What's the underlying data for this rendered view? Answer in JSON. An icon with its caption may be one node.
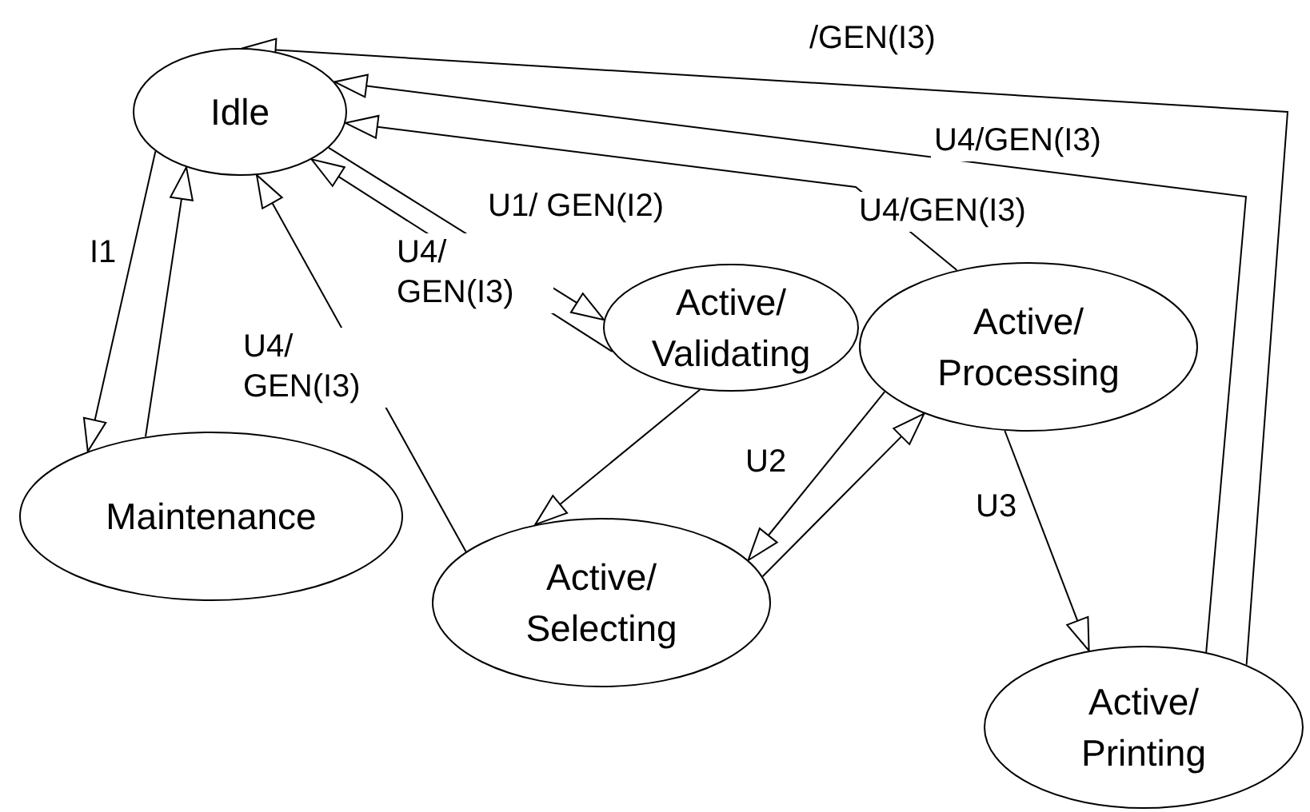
{
  "diagram": {
    "nodes": [
      {
        "text": [
          "Idle"
        ]
      },
      {
        "text": [
          "Active/ Validating"
        ]
      },
      {
        "text": [
          "Active/ Processing"
        ]
      },
      {
        "text": [
          "Maintenance"
        ]
      },
      {
        "text": [
          "Active/ Selecting"
        ]
      },
      {
        "text": [
          "Active/ Printing"
        ]
      }
    ],
    "edges": [
      {
        "from": 0,
        "to": 3,
        "arrow": "to",
        "label": "I1"
      },
      {
        "from": 3,
        "to": 0,
        "arrow": "to"
      },
      {
        "from": 0,
        "to": 1,
        "arrow": "to",
        "label": "U1/ GEN(I2)"
      },
      {
        "from": 1,
        "to": 0,
        "arrow": "to",
        "label": "U4/ GEN(I3)"
      },
      {
        "from": 4,
        "to": 0,
        "arrow": "to",
        "label": "U4/ GEN(I3)"
      },
      {
        "from": 2,
        "to": 0,
        "arrow": "to",
        "label": "U4/GEN(I3)"
      },
      {
        "from": 5,
        "to": 0,
        "arrow": "to",
        "label": "U4/GEN(I3)"
      },
      {
        "from": 5,
        "to": 0,
        "arrow": "to",
        "label": "/GEN(I3)"
      },
      {
        "from": 1,
        "to": 4,
        "arrow": "to"
      },
      {
        "from": 2,
        "to": 4,
        "arrow": "to",
        "label": "U2"
      },
      {
        "from": 4,
        "to": 2,
        "arrow": "to"
      },
      {
        "from": 2,
        "to": 5,
        "arrow": "to",
        "label": "U3"
      }
    ]
  }
}
